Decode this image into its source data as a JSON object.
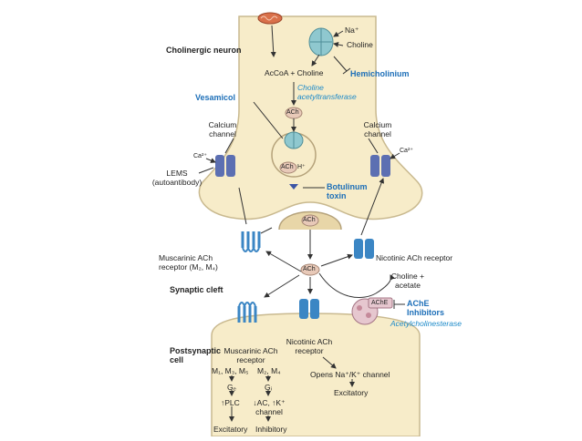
{
  "labels": {
    "cholinergic_neuron": "Cholinergic neuron",
    "na": "Na⁺",
    "choline_in": "Choline",
    "hemicholinium": "Hemicholinium",
    "acoa_choline": "AcCoA + Choline",
    "choline_acetyltransferase": "Choline acetyltransferase",
    "vesamicol": "Vesamicol",
    "ach": "ACh",
    "h_plus": "H⁺",
    "calcium_channel_left": "Calcium channel",
    "calcium_channel_right": "Calcium channel",
    "ca_left": "Ca²⁺",
    "ca_right": "Ca²⁺",
    "lems": "LEMS (autoantibody)",
    "botulinum_toxin": "Botulinum toxin",
    "muscarinic_presynaptic": "Muscarinic ACh receptor (M₂, M₄)",
    "nicotinic_presynaptic": "Nicotinic ACh receptor",
    "synaptic_cleft": "Synaptic cleft",
    "choline_acetate": "Choline + acetate",
    "ache_enzyme": "AChE",
    "ache_inhibitors": "AChE Inhibitors",
    "acetylcholinesterase": "Acetylcholinesterase",
    "postsynaptic_cell": "Postsynaptic cell",
    "muscarinic_postsynaptic": "Muscarinic ACh receptor",
    "nicotinic_postsynaptic": "Nicotinic ACh receptor",
    "m_odd": "M₁, M₃, M₅",
    "m_even": "M₂, M₄",
    "gq": "Gₑ",
    "gi": "Gᵢ",
    "plc": "↑PLC",
    "ac_k": "↓AC, ↑K⁺ channel",
    "excitatory_left": "Excitatory",
    "inhibitory": "Inhibitory",
    "opens_na_k": "Opens Na⁺/K⁺ channel",
    "excitatory_right": "Excitatory"
  },
  "colors": {
    "terminal_fill": "#f7ecc9",
    "terminal_stroke": "#c9b98f",
    "ach_dot": "#e8c9b8",
    "receptor_blue": "#3b86c4",
    "channel_purple": "#5c6fb2",
    "transporter_teal": "#8fc8cf",
    "mitochondrion": "#d9704a",
    "drug_label": "#1d8ac9"
  },
  "icons": {
    "mitochondrion": "mitochondrion-icon",
    "choline_transporter": "choline-transporter-icon",
    "vesicle_transporter": "vesicle-transporter-icon",
    "calcium_channel": "calcium-channel-icon",
    "muscarinic_receptor": "gpcr-receptor-icon",
    "nicotinic_receptor": "nicotinic-receptor-icon",
    "ache": "ache-enzyme-icon"
  }
}
